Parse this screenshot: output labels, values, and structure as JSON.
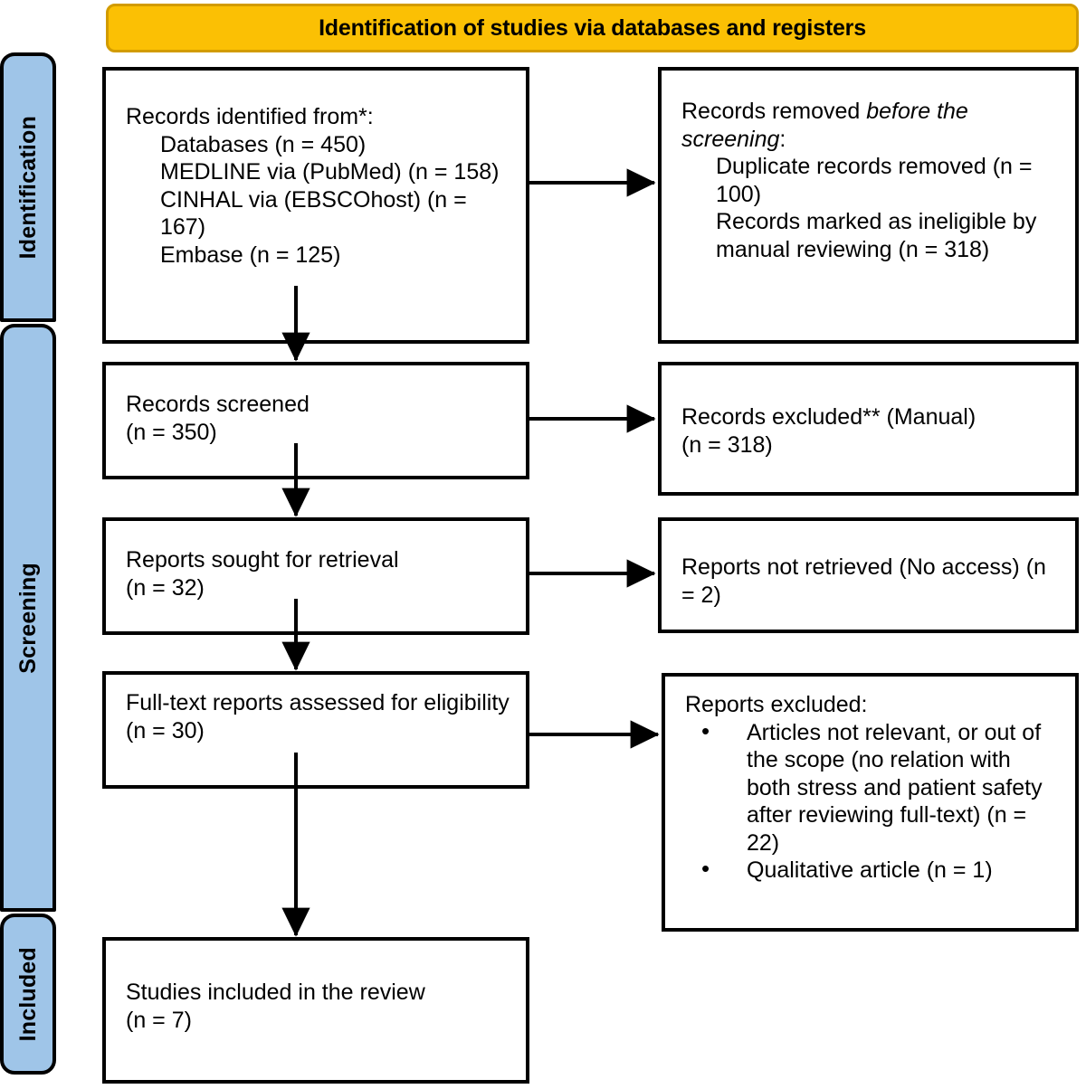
{
  "diagram": {
    "title": "Identification of studies via databases and registers",
    "phases": [
      {
        "id": "identification",
        "label": "Identification"
      },
      {
        "id": "screening",
        "label": "Screening"
      },
      {
        "id": "included",
        "label": "Included"
      }
    ],
    "colors": {
      "banner_fill": "#FBC004",
      "banner_border": "#D29B00",
      "phase_tab_fill": "#9FC5E8",
      "box_border": "#000000",
      "box_fill": "#FFFFFF",
      "text": "#000000"
    },
    "boxes": {
      "records_identified": {
        "heading": "Records identified from*:",
        "lines": [
          "Databases (n = 450)",
          "MEDLINE via (PubMed) (n = 158)",
          "CINHAL via (EBSCOhost) (n = 167)",
          "Embase (n = 125)"
        ]
      },
      "records_removed": {
        "heading_plain": "Records removed ",
        "heading_italic": "before the screening",
        "heading_tail": ":",
        "lines": [
          "Duplicate records removed (n = 100)",
          "Records marked as ineligible by manual reviewing (n = 318)"
        ]
      },
      "records_screened": {
        "line1": "Records screened",
        "line2": "(n = 350)"
      },
      "records_excluded": {
        "line1": "Records excluded** (Manual)",
        "line2": "(n = 318)"
      },
      "reports_sought": {
        "line1": "Reports sought for retrieval",
        "line2": "(n = 32)"
      },
      "reports_not_retrieved": {
        "line1": "Reports not retrieved (No access) (n = 2)"
      },
      "fulltext_assessed": {
        "line1": "Full-text reports assessed for eligibility",
        "line2": "(n = 30)"
      },
      "reports_excluded": {
        "heading": "Reports excluded:",
        "bullets": [
          "Articles not relevant, or out of the scope (no relation with both stress and patient safety after reviewing full-text) (n = 22)",
          "Qualitative article (n = 1)"
        ]
      },
      "studies_included": {
        "line1": "Studies included in the review",
        "line2": "(n = 7)"
      }
    },
    "counts": {
      "databases": 450,
      "medline_pubmed": 158,
      "cinhal_ebscohost": 167,
      "embase": 125,
      "duplicates_removed": 100,
      "ineligible_manual_review": 318,
      "records_screened": 350,
      "records_excluded": 318,
      "reports_sought": 32,
      "reports_not_retrieved": 2,
      "fulltext_assessed": 30,
      "excluded_not_relevant": 22,
      "excluded_qualitative": 1,
      "studies_included": 7
    }
  }
}
